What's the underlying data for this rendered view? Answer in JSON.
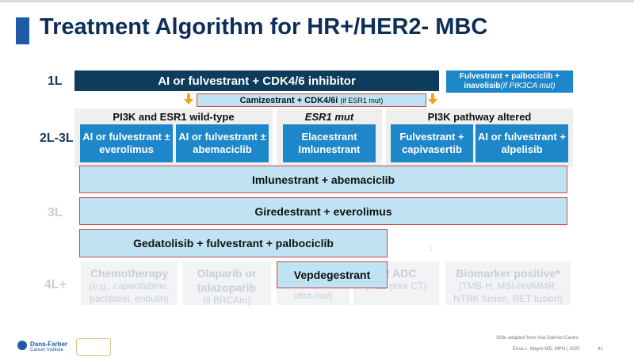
{
  "title": "Treatment Algorithm for HR+/HER2- MBC",
  "rows": {
    "first": "1L",
    "second": "2L-3L",
    "third": "3L",
    "fourth": "4L+"
  },
  "first_line": {
    "main": "AI or fulvestrant + CDK4/6 inhibitor",
    "alt_line1": "Fulvestrant + palbociclib +",
    "alt_line2": "inavolisib",
    "alt_note": "(if PIK3CA mut)"
  },
  "camizestrant": {
    "main": "Camizestrant + CDK4/6i",
    "note": "(if ESR1 mut)"
  },
  "second_line": {
    "group1_header": "PI3K and ESR1 wild-type",
    "group2_header": "ESR1 mut",
    "group3_header": "PI3K pathway altered",
    "box1": "AI or fulvestrant ± everolimus",
    "box2": "AI or fulvestrant ± abemaciclib",
    "box3": "Elacestrant Imlunestrant",
    "box4": "Fulvestrant + capivasertib",
    "box5": "AI or fulvestrant + alpelisib"
  },
  "overlays": {
    "imlunestrant": "Imlunestrant + abemaciclib",
    "giredestrant": "Giredestrant + everolimus",
    "gedatolisib": "Gedatolisib + fulvestrant + palbociclib",
    "vepdegestrant": "Vepdegestrant"
  },
  "background": {
    "chemo_title": "Chemotherapy",
    "chemo_sub": "(e.g., capecitabine, paclitaxel, eribulin)",
    "olaparib_title": "Olaparib or talazoparib",
    "olaparib_sub": "(if BRCAm)",
    "ultra_low": "ultra-low)",
    "adc_title": "P2 ADC",
    "adc_sub": "(if ≥1 prior CT)",
    "biomarker_title": "Biomarker positive*",
    "biomarker_sub": "(TMB-H, MSI-H/dMMR, NTRK fusion, RET fusion)"
  },
  "footer": {
    "logo_name": "Dana-Farber",
    "logo_sub": "Cancer Institute",
    "credit": "Slide adapted from Ana Garrido-Castro",
    "author": "Erica L. Mayer MD, MPH | 2025",
    "page": "41"
  },
  "colors": {
    "navy": "#0d3c5c",
    "blue": "#1d87c9",
    "light": "#bfe3f3",
    "outline": "#c94848",
    "arrow": "#f2a21e"
  }
}
